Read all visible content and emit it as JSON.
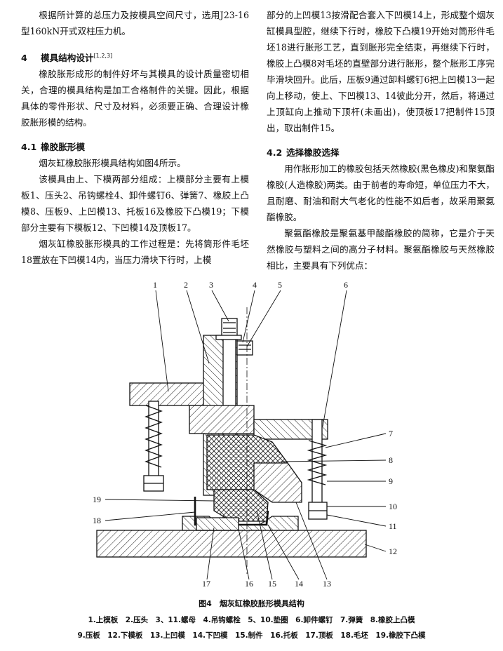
{
  "left": {
    "p0": "根据所计算的总压力及按模具空间尺寸，选用J23-16型160kN开式双柱压力机。",
    "sec4_num": "4",
    "sec4_title": "模具结构设计",
    "sec4_ref": "[1,2,3]",
    "sec4_p": "橡胶胀形成形的制件好坏与其模具的设计质量密切相关，合理的模具结构是加工合格制件的关键。因此，根据具体的零件形状、尺寸及材料，必须要正确、合理设计橡胶胀形模的结构。",
    "sec41_num": "4.1",
    "sec41_title": "橡胶胀形模",
    "p1": "烟灰缸橡胶胀形模具结构如图4所示。",
    "p2": "该模具由上、下模两部分组成：上模部分主要有上模板1、压头2、吊钩螺栓4、卸件螺钉6、弹簧7、橡胶上凸模8、压板9、上凹模13、托板16及橡胶下凸模19；下模部分主要有下模板12、下凹模14及顶板17。",
    "p3": "烟灰缸橡胶胀形模具的工作过程是：先将筒形件毛坯18置放在下凹模14内，当压力滑块下行时，上模"
  },
  "right": {
    "p0": "部分的上凹模13按滑配合套入下凹模14上，形成整个烟灰缸模具型腔，继续下行时，橡胶下凸模19开始对筒形件毛坯18进行胀形工艺，直到胀形完全结束，再继续下行时，橡胶上凸模8对毛坯的直壁部分进行胀形，整个胀形工序完毕滑块回升。此后，压板9通过卸料螺钉6把上凹模13一起向上移动，使上、下凹模13、14彼此分开，然后，将通过上顶缸向上推动下顶杆(未画出)，使顶板17把制件15顶出，取出制件15。",
    "sec42_num": "4.2",
    "sec42_title": "选择橡胶选择",
    "p1": "用作胀形加工的橡胶包括天然橡胶(黑色橡皮)和聚氨酯橡胶(人造橡胶)两类。由于前者的寿命短，单位压力不大，且耐磨、耐油和耐大气老化的性能不如后者，故采用聚氨酯橡胶。",
    "p2": "聚氨酯橡胶是聚氨基甲酸酯橡胶的简称，它是介于天然橡胶与塑料之间的高分子材料。聚氨酯橡胶与天然橡胶相比，主要具有下列优点："
  },
  "figure": {
    "labels": {
      "n1": "1",
      "n2": "2",
      "n3": "3",
      "n4": "4",
      "n5": "5",
      "n6": "6",
      "n7": "7",
      "n8": "8",
      "n9": "9",
      "n10": "10",
      "n11": "11",
      "n12": "12",
      "n13": "13",
      "n14": "14",
      "n15": "15",
      "n16": "16",
      "n17": "17",
      "n18": "18",
      "n19": "19"
    },
    "caption": "图4　烟灰缸橡胶胀形模具结构",
    "legend_line1": "1.上模板　2.压头　3、11.螺母　4.吊钩螺栓　5、10.垫圈　6.卸件螺钉　7.弹簧　8.橡胶上凸模",
    "legend_line2": "9.压板　12.下模板　13.上凹模　14.下凹模　15.制件　16.托板　17.顶板　18.毛坯　19.橡胶下凸模"
  }
}
